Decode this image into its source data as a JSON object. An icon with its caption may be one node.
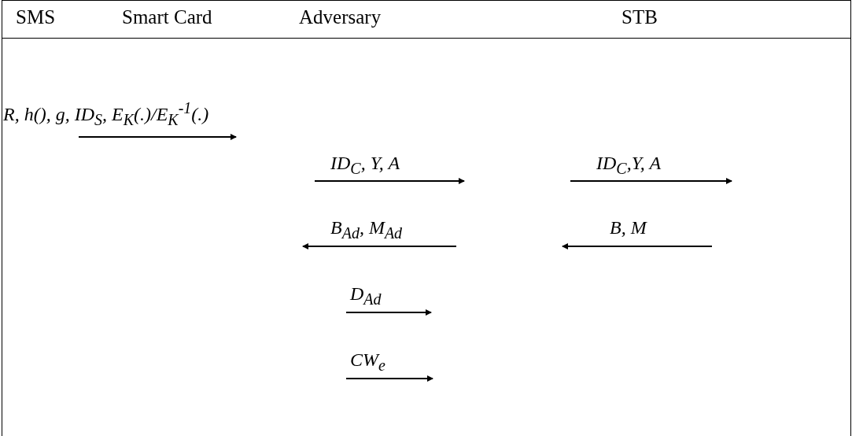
{
  "diagram": {
    "nodes": [
      {
        "text": [
          "SMS"
        ]
      },
      {
        "text": [
          "Smart Card"
        ]
      },
      {
        "text": [
          "Adversary"
        ]
      },
      {
        "text": [
          "STB"
        ]
      }
    ],
    "labels": [
      "R, h(), g, ID$_{S}$, E$_{K}$(.)/E$_{K}$$^{-1}$(.)",
      "ID$_{C}$, Y, A",
      "ID$_{C}$,Y, A",
      "B$_{Ad}$, M$_{Ad}$",
      "B, M",
      "D$_{Ad}$",
      "CW$_{e}$"
    ]
  }
}
